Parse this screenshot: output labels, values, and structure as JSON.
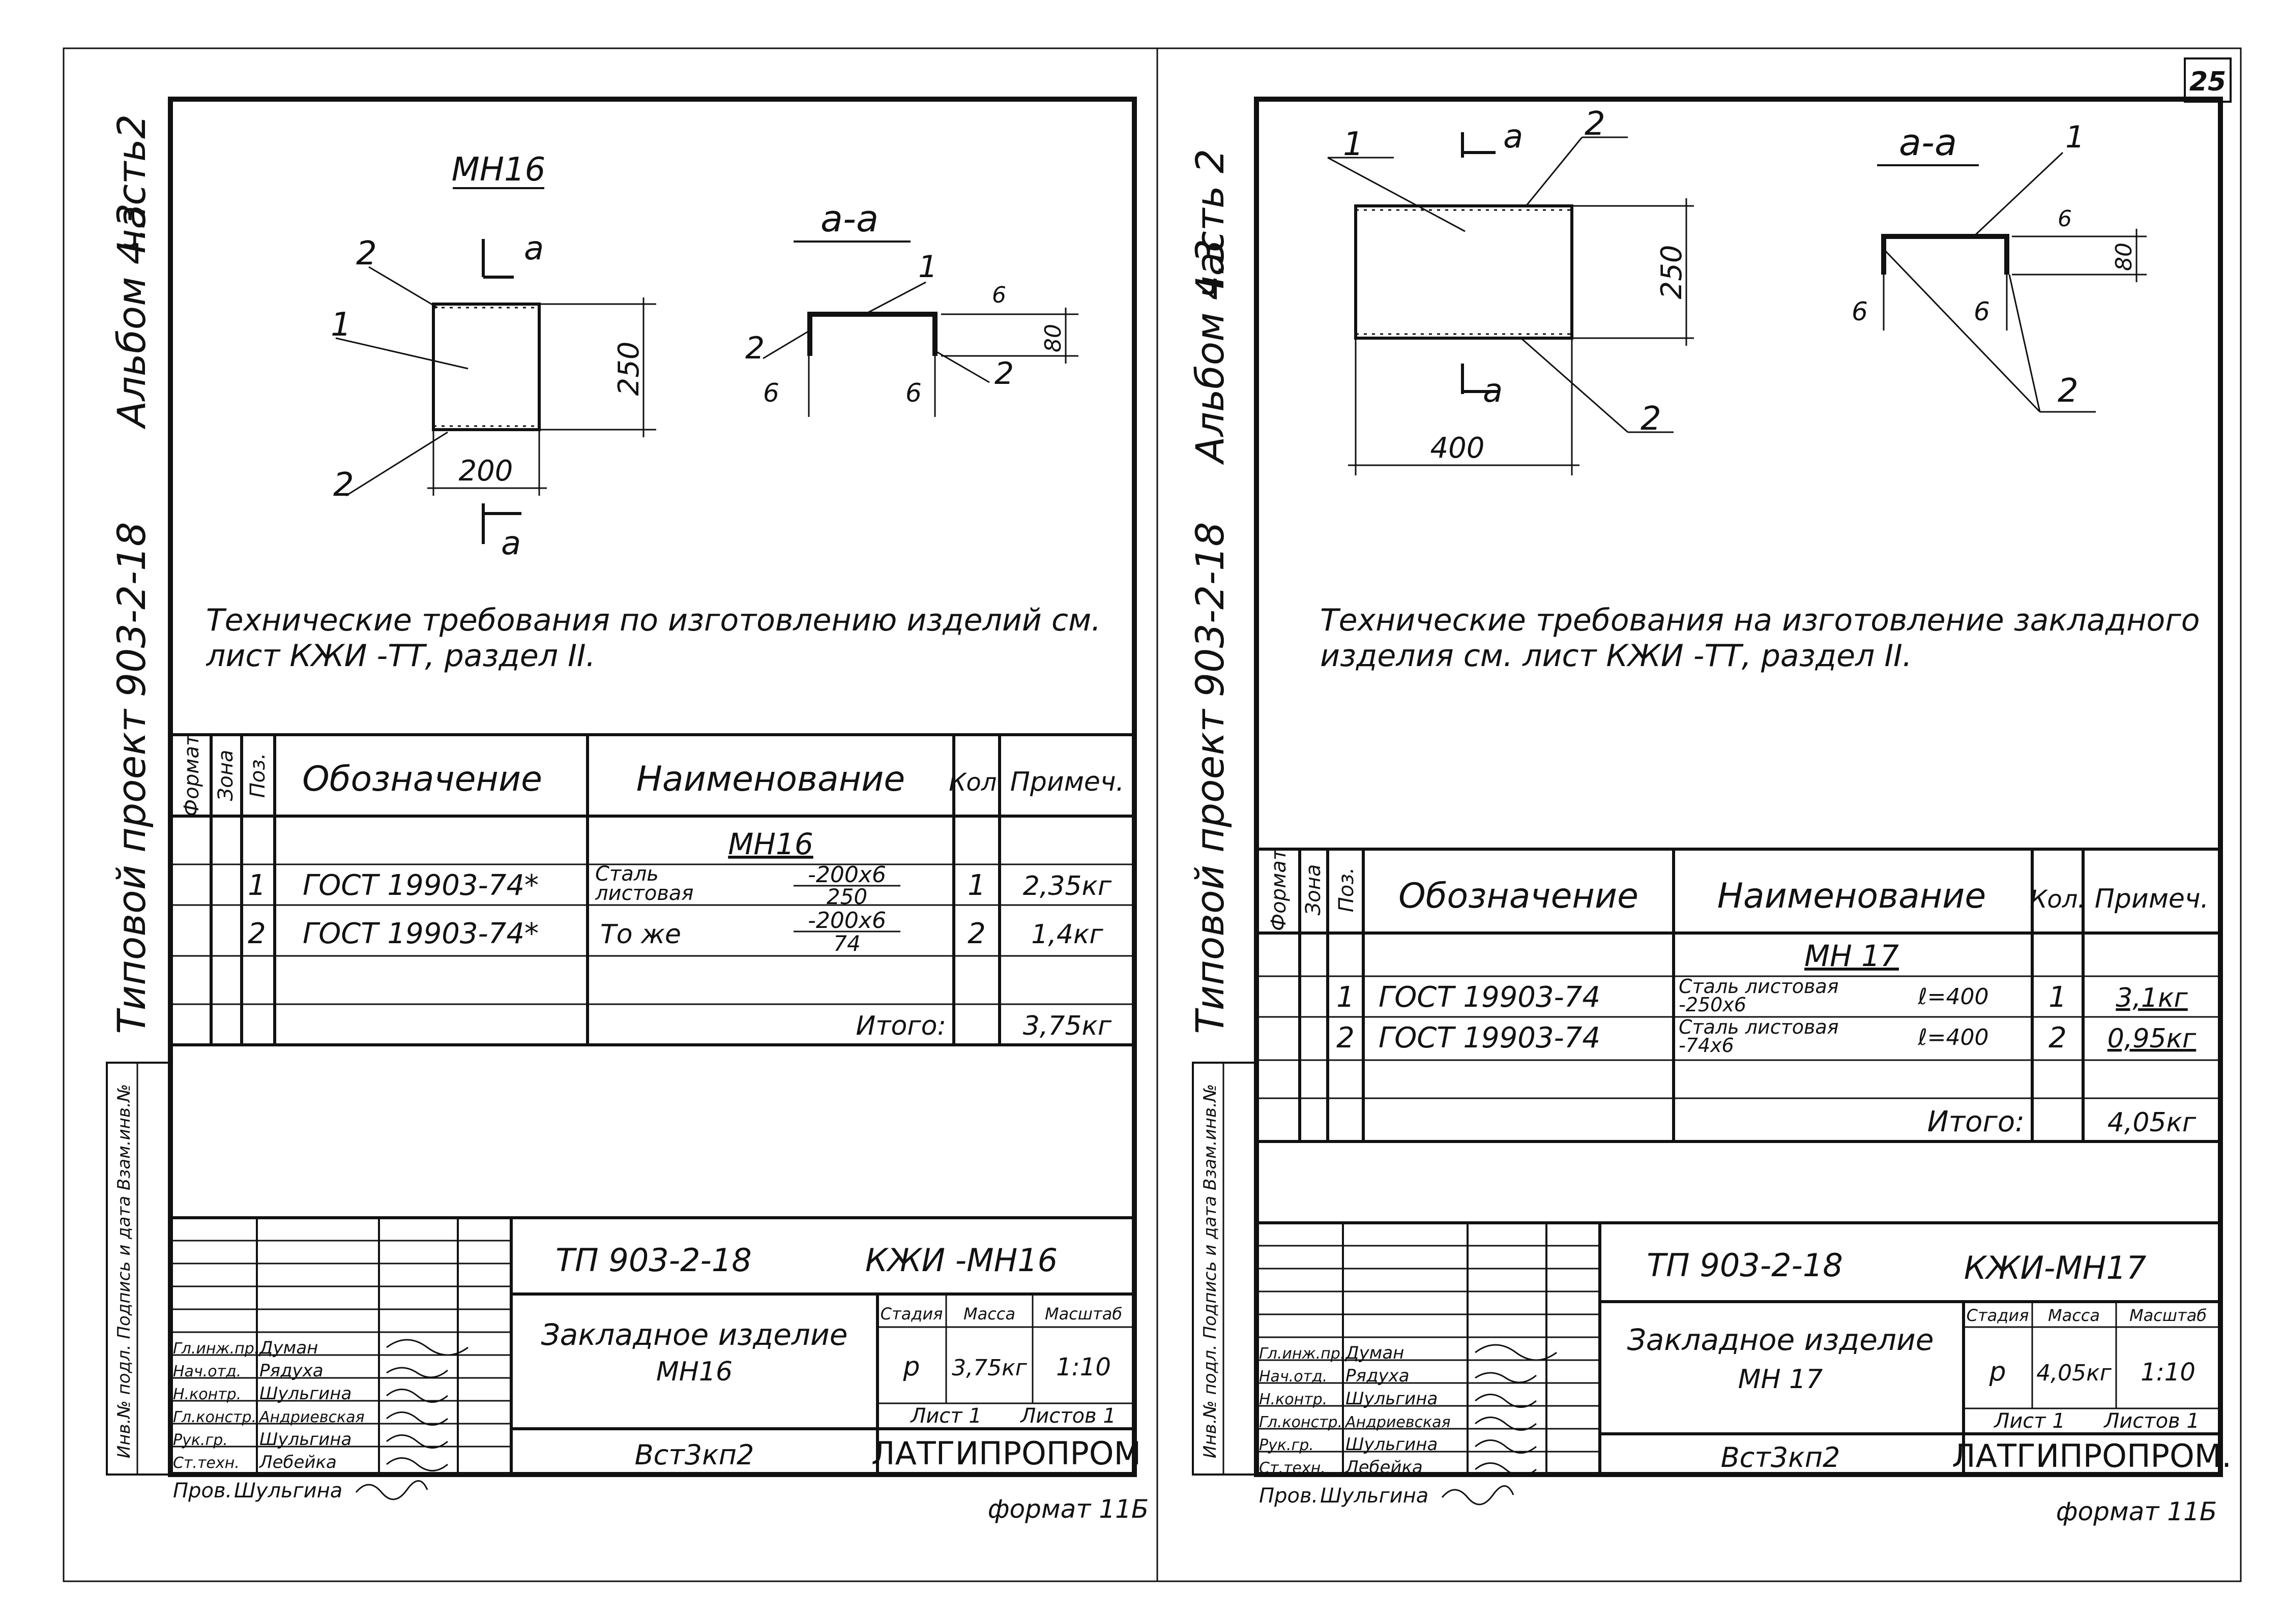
{
  "sheet_number": "25",
  "side_label": {
    "album": "Альбом 4.3",
    "part_left": "часть2",
    "part_right": "часть 2",
    "project": "Типовой проект 903-2-18"
  },
  "left": {
    "drawing": {
      "title": "МН16",
      "section_title": "а-а",
      "section_mark": "а",
      "dim_height": "250",
      "dim_width": "200",
      "dim_flange": "80",
      "dim_thick": "6",
      "callout_1": "1",
      "callout_2": "2"
    },
    "requirements": "Технические требования по изготовлению изделий см. лист КЖИ -ТТ, раздел II.",
    "spec": {
      "headers": {
        "format": "Формат",
        "zone": "Зона",
        "pos": "Поз.",
        "designation": "Обозначение",
        "name": "Наименование",
        "qty": "Кол.",
        "note": "Примеч."
      },
      "group": "МН16",
      "rows": [
        {
          "pos": "1",
          "designation": "ГОСТ 19903-74*",
          "name": "Сталь листовая",
          "size": "-200х6",
          "size_den": "250",
          "qty": "1",
          "note": "2,35кг"
        },
        {
          "pos": "2",
          "designation": "ГОСТ 19903-74*",
          "name": "То же",
          "size": "-200х6",
          "size_den": "74",
          "qty": "2",
          "note": "1,4кг"
        }
      ],
      "total_label": "Итого:",
      "total_value": "3,75кг"
    },
    "title_block": {
      "code": "ТП 903-2-18",
      "doc": "КЖИ -МН16",
      "name_line1": "Закладное изделие",
      "name_line2": "МН16",
      "stage_label": "Стадия",
      "mass_label": "Масса",
      "scale_label": "Масштаб",
      "stage": "р",
      "mass": "3,75кг",
      "scale": "1:10",
      "sheet_label": "Лист 1",
      "sheets_label": "Листов 1",
      "material": "Вст3кп2",
      "org": "ЛАТГИПРОПРОМ",
      "format": "формат 11Б",
      "roles": [
        "Гл.инж.пр.",
        "Нач.отд.",
        "Н.контр.",
        "Гл.констр.",
        "Рук.гр.",
        "Ст.техн."
      ],
      "names": [
        "Думан",
        "Рядуха",
        "Шульгина",
        "Андриевская",
        "Шульгина",
        "Лебейка"
      ],
      "checked_role": "Пров.",
      "checked_name": "Шульгина",
      "stamp_labels": "Инв.№ подл. Подпись и дата Взам.инв.№"
    }
  },
  "right": {
    "drawing": {
      "section_title": "а-а",
      "section_mark": "а",
      "dim_height": "250",
      "dim_width": "400",
      "dim_flange": "80",
      "dim_thick": "6",
      "callout_1": "1",
      "callout_2": "2"
    },
    "requirements": "Технические требования на изготовление закладного изделия см. лист КЖИ -ТТ, раздел II.",
    "spec": {
      "headers": {
        "format": "Формат",
        "zone": "Зона",
        "pos": "Поз.",
        "designation": "Обозначение",
        "name": "Наименование",
        "qty": "Кол.",
        "note": "Примеч."
      },
      "group": "МН 17",
      "rows": [
        {
          "pos": "1",
          "designation": "ГОСТ 19903-74",
          "name": "Сталь листовая -250х6",
          "len": "ℓ=400",
          "qty": "1",
          "note": "3,1кг"
        },
        {
          "pos": "2",
          "designation": "ГОСТ 19903-74",
          "name": "Сталь листовая -74х6",
          "len": "ℓ=400",
          "qty": "2",
          "note": "0,95кг"
        }
      ],
      "total_label": "Итого:",
      "total_value": "4,05кг"
    },
    "title_block": {
      "code": "ТП 903-2-18",
      "doc": "КЖИ-МН17",
      "name_line1": "Закладное изделие",
      "name_line2": "МН 17",
      "stage_label": "Стадия",
      "mass_label": "Масса",
      "scale_label": "Масштаб",
      "stage": "р",
      "mass": "4,05кг",
      "scale": "1:10",
      "sheet_label": "Лист 1",
      "sheets_label": "Листов 1",
      "material": "Вст3кп2",
      "org": "ЛАТГИПРОПРОМ.",
      "format": "формат 11Б",
      "roles": [
        "Гл.инж.пр.",
        "Нач.отд.",
        "Н.контр.",
        "Гл.констр.",
        "Рук.гр.",
        "Ст.техн."
      ],
      "names": [
        "Думан",
        "Рядуха",
        "Шульгина",
        "Андриевская",
        "Шульгина",
        "Лебейка"
      ],
      "checked_role": "Пров.",
      "checked_name": "Шульгина",
      "stamp_labels": "Инв.№ подл. Подпись и дата Взам.инв.№"
    }
  }
}
